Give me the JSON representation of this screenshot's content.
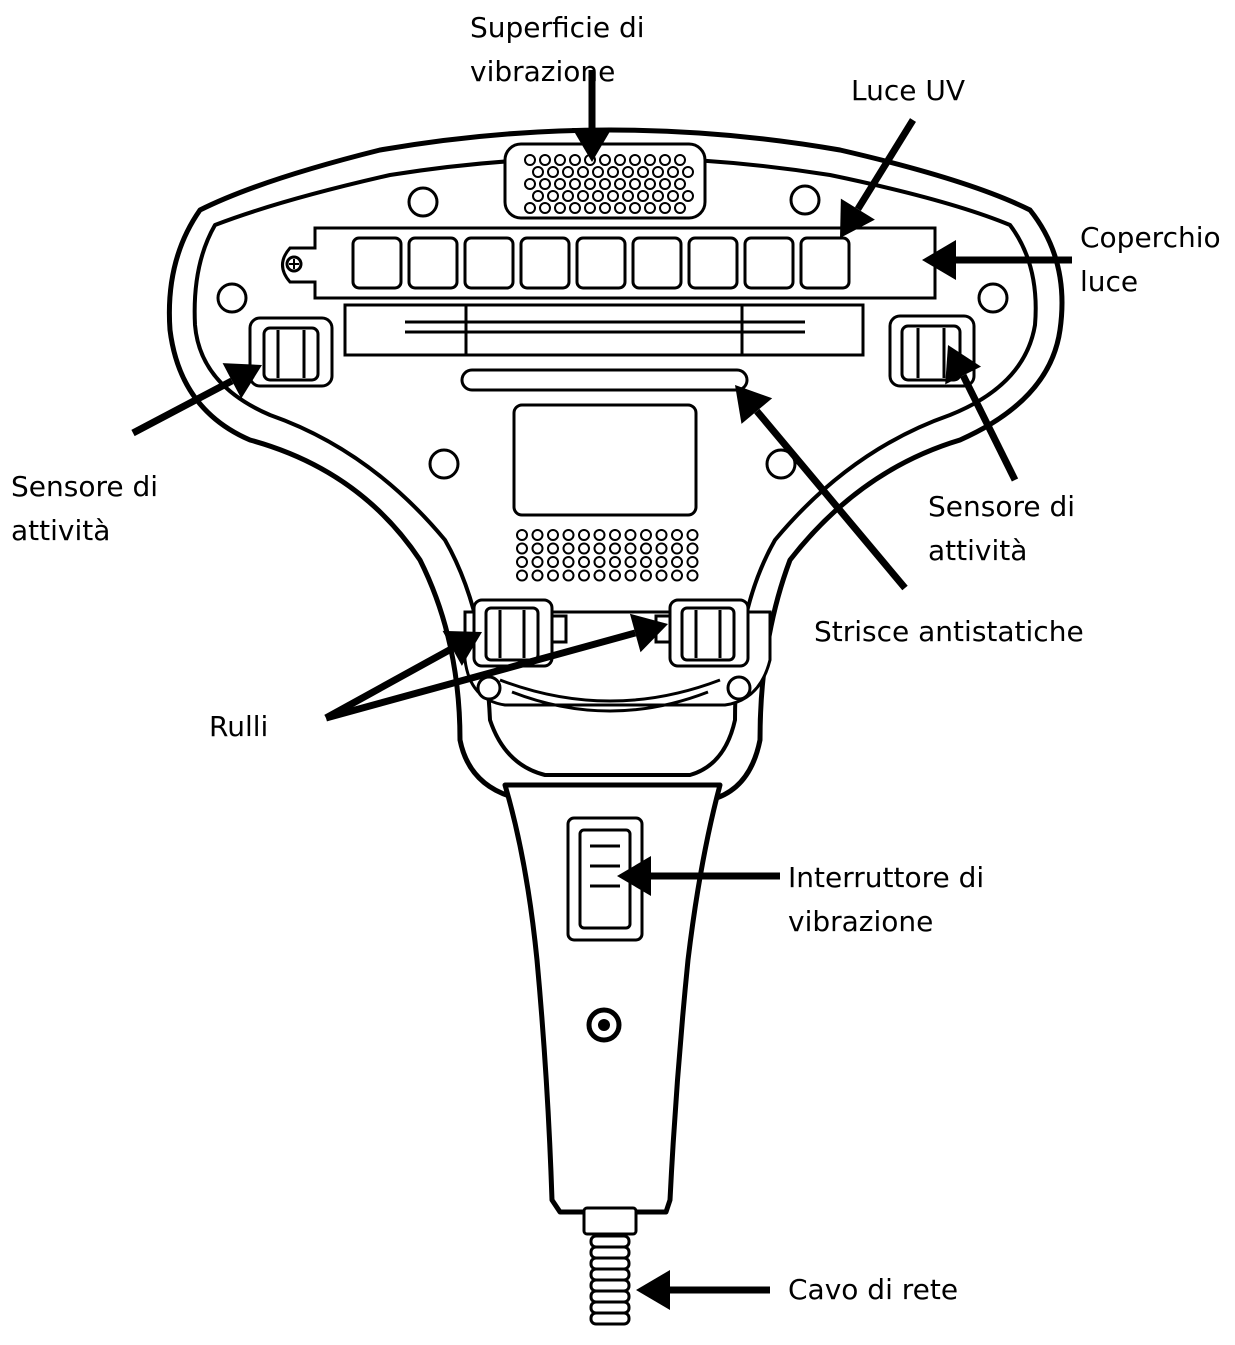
{
  "labels": {
    "superficie": [
      "Superficie di",
      "vibrazione"
    ],
    "luce_uv": [
      "Luce UV"
    ],
    "coperchio": [
      "Coperchio",
      "luce"
    ],
    "sensore_sx": [
      "Sensore di",
      "attività"
    ],
    "sensore_dx": [
      "Sensore di",
      "attività"
    ],
    "strisce": [
      "Strisce antistatiche"
    ],
    "rulli": [
      "Rulli"
    ],
    "interruttore": [
      "Interruttore di",
      "vibrazione"
    ],
    "cavo": [
      "Cavo di rete"
    ]
  },
  "colors": {
    "ink": "#000000",
    "paper": "#ffffff"
  }
}
